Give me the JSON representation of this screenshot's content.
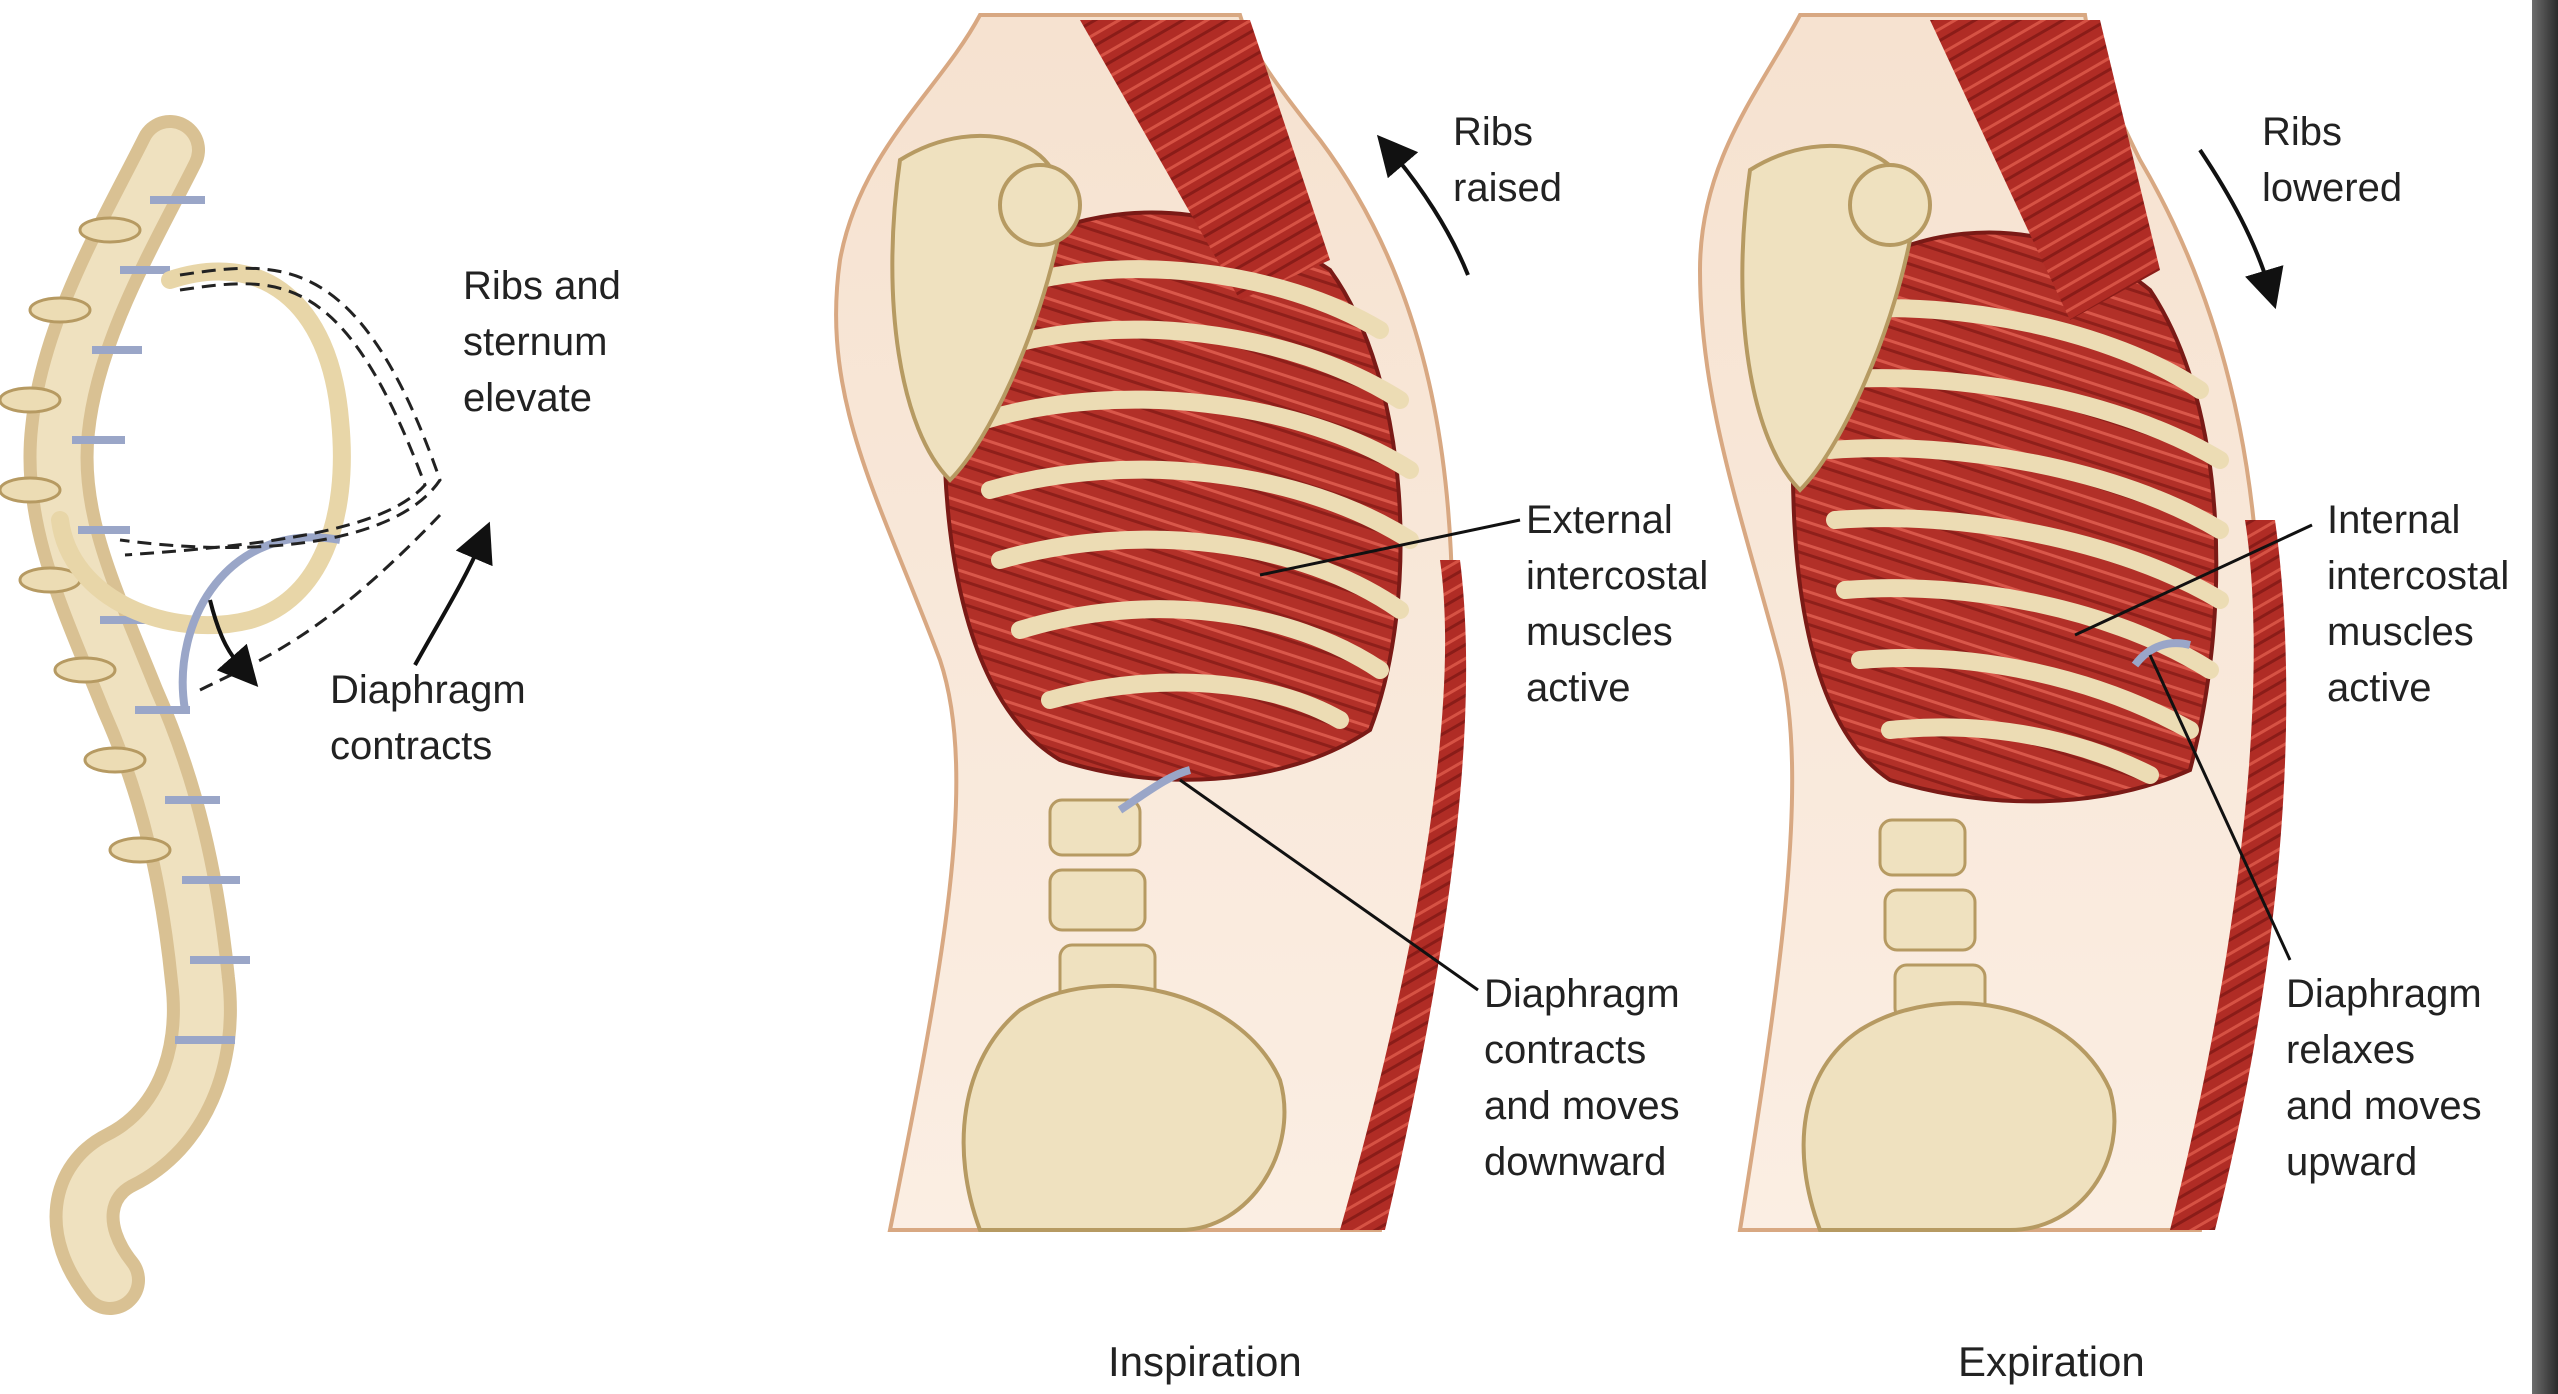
{
  "labels": {
    "ribs_sternum": "Ribs and\nsternum\nelevate",
    "diaphragm_contracts": "Diaphragm\ncontracts",
    "ribs_raised": "Ribs\nraised",
    "external_intercostal": "External\nintercostal\nmuscles\nactive",
    "diaphragm_down": "Diaphragm\ncontracts\nand moves\ndownward",
    "ribs_lowered": "Ribs\nlowered",
    "internal_intercostal": "Internal\nintercostal\nmuscles\nactive",
    "diaphragm_up": "Diaphragm\nrelaxes\nand moves\nupward"
  },
  "captions": {
    "inspiration": "Inspiration",
    "expiration": "Expiration"
  },
  "colors": {
    "bone": "#ecdcb4",
    "bone_outline": "#b69a62",
    "skin": "#f4d7c0",
    "skin_outline": "#d8a882",
    "muscle": "#b23028",
    "muscle_light": "#d9574a",
    "diaphragm": "#9aa6c8",
    "leader_line": "#111111"
  }
}
